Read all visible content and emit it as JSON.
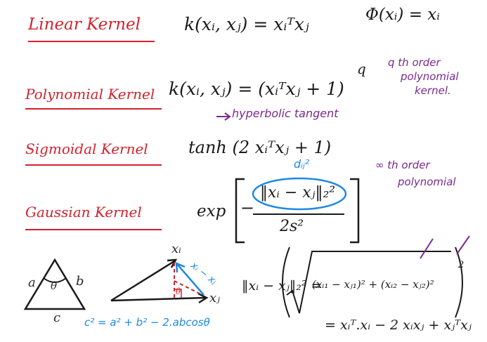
{
  "kernels": {
    "linear": {
      "name": "Linear Kernel",
      "formula": "k(xᵢ, xⱼ) = xᵢᵀxⱼ",
      "feature_map": "Φ(xᵢ) = xᵢ"
    },
    "polynomial": {
      "name": "Polynomial Kernel",
      "formula": "k(xᵢ, xⱼ) = (xᵢᵀxⱼ + 1)",
      "exponent": "q",
      "note": [
        "q th order",
        "polynomial",
        "kernel."
      ]
    },
    "sigmoidal": {
      "name": "Sigmoidal Kernel",
      "hint": "hyperbolic tangent",
      "formula": "tanh (2 xᵢᵀxⱼ + 1)"
    },
    "gaussian": {
      "name": "Gaussian Kernel",
      "exp_label": "exp",
      "minus": "−",
      "numerator": "‖xᵢ − xⱼ‖₂²",
      "denominator": "2s²",
      "annotation": "dᵢⱼ²",
      "note": [
        "∞ th order",
        "polynomial"
      ]
    }
  },
  "bottom": {
    "triangle": {
      "side_a": "a",
      "side_b": "b",
      "side_c": "c",
      "angle": "θ"
    },
    "cosine_law": "c² = a² + b² − 2.abcosθ",
    "vectors": {
      "xi": "xᵢ",
      "xj": "xⱼ",
      "diff": "xᵢ − xⱼ",
      "angle": "θ"
    },
    "norm_lhs": "‖xᵢ − xⱼ‖₂² =",
    "norm_inside": "(xᵢ₁ − xⱼ₁)² + (xᵢ₂ − xⱼ₂)²",
    "sq_mark": "2",
    "expansion": "= xᵢᵀ.xᵢ  − 2 xᵢxⱼ + xⱼᵀxⱼ"
  }
}
